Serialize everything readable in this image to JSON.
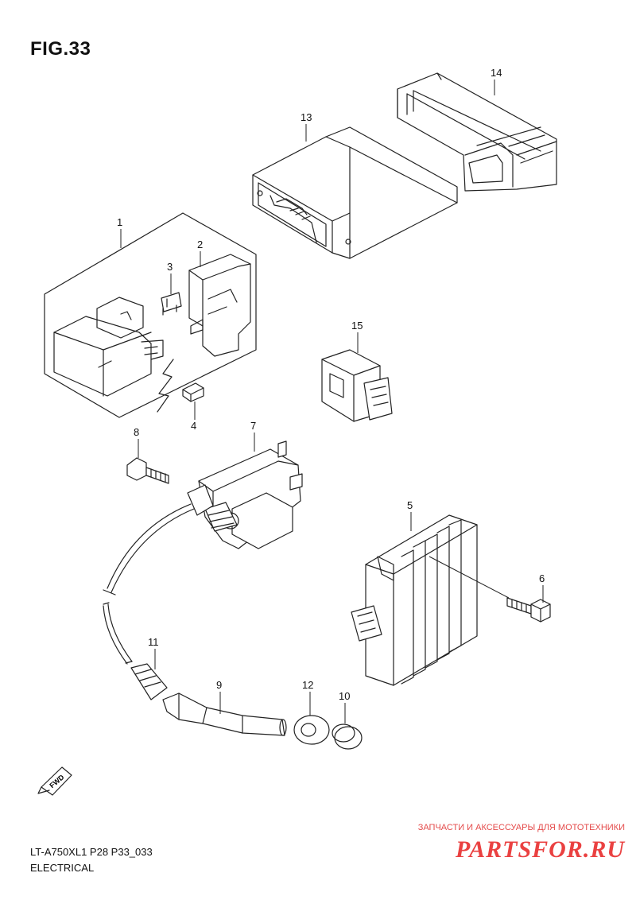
{
  "figure": {
    "title": "FIG.33"
  },
  "parts": [
    {
      "number": "1"
    },
    {
      "number": "2"
    },
    {
      "number": "3"
    },
    {
      "number": "4"
    },
    {
      "number": "5"
    },
    {
      "number": "6"
    },
    {
      "number": "7"
    },
    {
      "number": "8"
    },
    {
      "number": "9"
    },
    {
      "number": "10"
    },
    {
      "number": "11"
    },
    {
      "number": "12"
    },
    {
      "number": "13"
    },
    {
      "number": "14"
    },
    {
      "number": "15"
    }
  ],
  "fwd_label": "FWD",
  "footer": {
    "model_code": "LT-A750XL1 P28 P33_033",
    "section": "ELECTRICAL"
  },
  "watermark": {
    "tagline": "ЗАПЧАСТИ И АКСЕССУАРЫ ДЛЯ МОТОТЕХНИКИ",
    "brand": "PARTSFOR.RU"
  },
  "colors": {
    "line": "#222222",
    "watermark": "#ea4141"
  }
}
